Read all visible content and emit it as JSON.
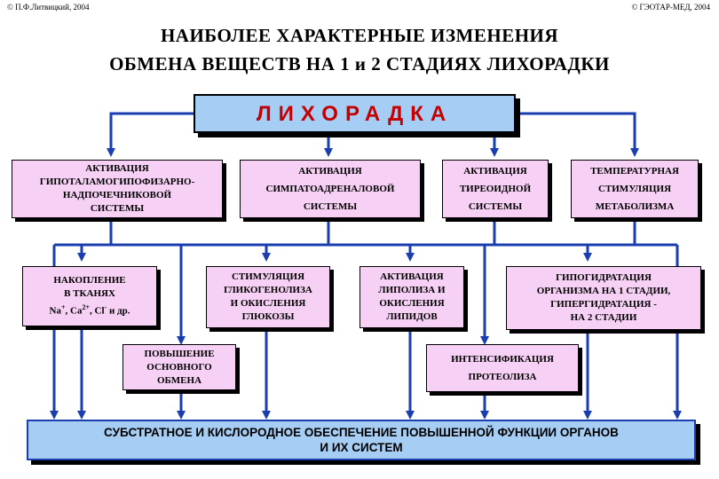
{
  "copyright_left": "© П.Ф.Литвицкий, 2004",
  "copyright_right": "© ГЭОТАР-МЕД, 2004",
  "title": {
    "line1": "НАИБОЛЕЕ ХАРАКТЕРНЫЕ ИЗМЕНЕНИЯ",
    "line2": "ОБМЕНА ВЕЩЕСТВ НА 1 и 2 СТАДИЯХ ЛИХОРАДКИ"
  },
  "main_box": "ЛИХОРАДКА",
  "row1": [
    [
      "АКТИВАЦИЯ",
      "ГИПОТАЛАМОГИПОФИЗАРНО-",
      "НАДПОЧЕЧНИКОВОЙ",
      "СИСТЕМЫ"
    ],
    [
      "АКТИВАЦИЯ",
      "СИМПАТОАДРЕНАЛОВОЙ",
      "СИСТЕМЫ"
    ],
    [
      "АКТИВАЦИЯ",
      "ТИРЕОИДНОЙ",
      "СИСТЕМЫ"
    ],
    [
      "ТЕМПЕРАТУРНАЯ",
      "СТИМУЛЯЦИЯ",
      "МЕТАБОЛИЗМА"
    ]
  ],
  "row2": {
    "accumulation": [
      "НАКОПЛЕНИЕ",
      "В ТКАНЯХ"
    ],
    "ions": {
      "na": "Na",
      "na_sup": "+",
      "ca": ", Ca",
      "ca_sup": "2+",
      "cl": ", Cl",
      "cl_sup": "-",
      "rest": " и др."
    },
    "glycogen": [
      "СТИМУЛЯЦИЯ",
      "ГЛИКОГЕНОЛИЗА",
      "И ОКИСЛЕНИЯ",
      "ГЛЮКОЗЫ"
    ],
    "lipolysis": [
      "АКТИВАЦИЯ",
      "ЛИПОЛИЗА И",
      "ОКИСЛЕНИЯ",
      "ЛИПИДОВ"
    ],
    "hydration": [
      "ГИПОГИДРАТАЦИЯ",
      "ОРГАНИЗМА НА 1 СТАДИИ,",
      "ГИПЕРГИДРАТАЦИЯ -",
      "НА 2 СТАДИИ"
    ]
  },
  "row3": {
    "metabolism": [
      "ПОВЫШЕНИЕ",
      "ОСНОВНОГО",
      "ОБМЕНА"
    ],
    "proteolysis": [
      "ИНТЕНСИФИКАЦИЯ",
      "ПРОТЕОЛИЗА"
    ]
  },
  "bottom": [
    "СУБСТРАТНОЕ И КИСЛОРОДНОЕ ОБЕСПЕЧЕНИЕ ПОВЫШЕННОЙ ФУНКЦИИ ОРГАНОВ",
    "И ИХ СИСТЕМ"
  ],
  "colors": {
    "pink": "#f7d0f5",
    "blue": "#a6cdf3",
    "accent_red": "#c40000",
    "line_blue": "#1a3eb0"
  }
}
